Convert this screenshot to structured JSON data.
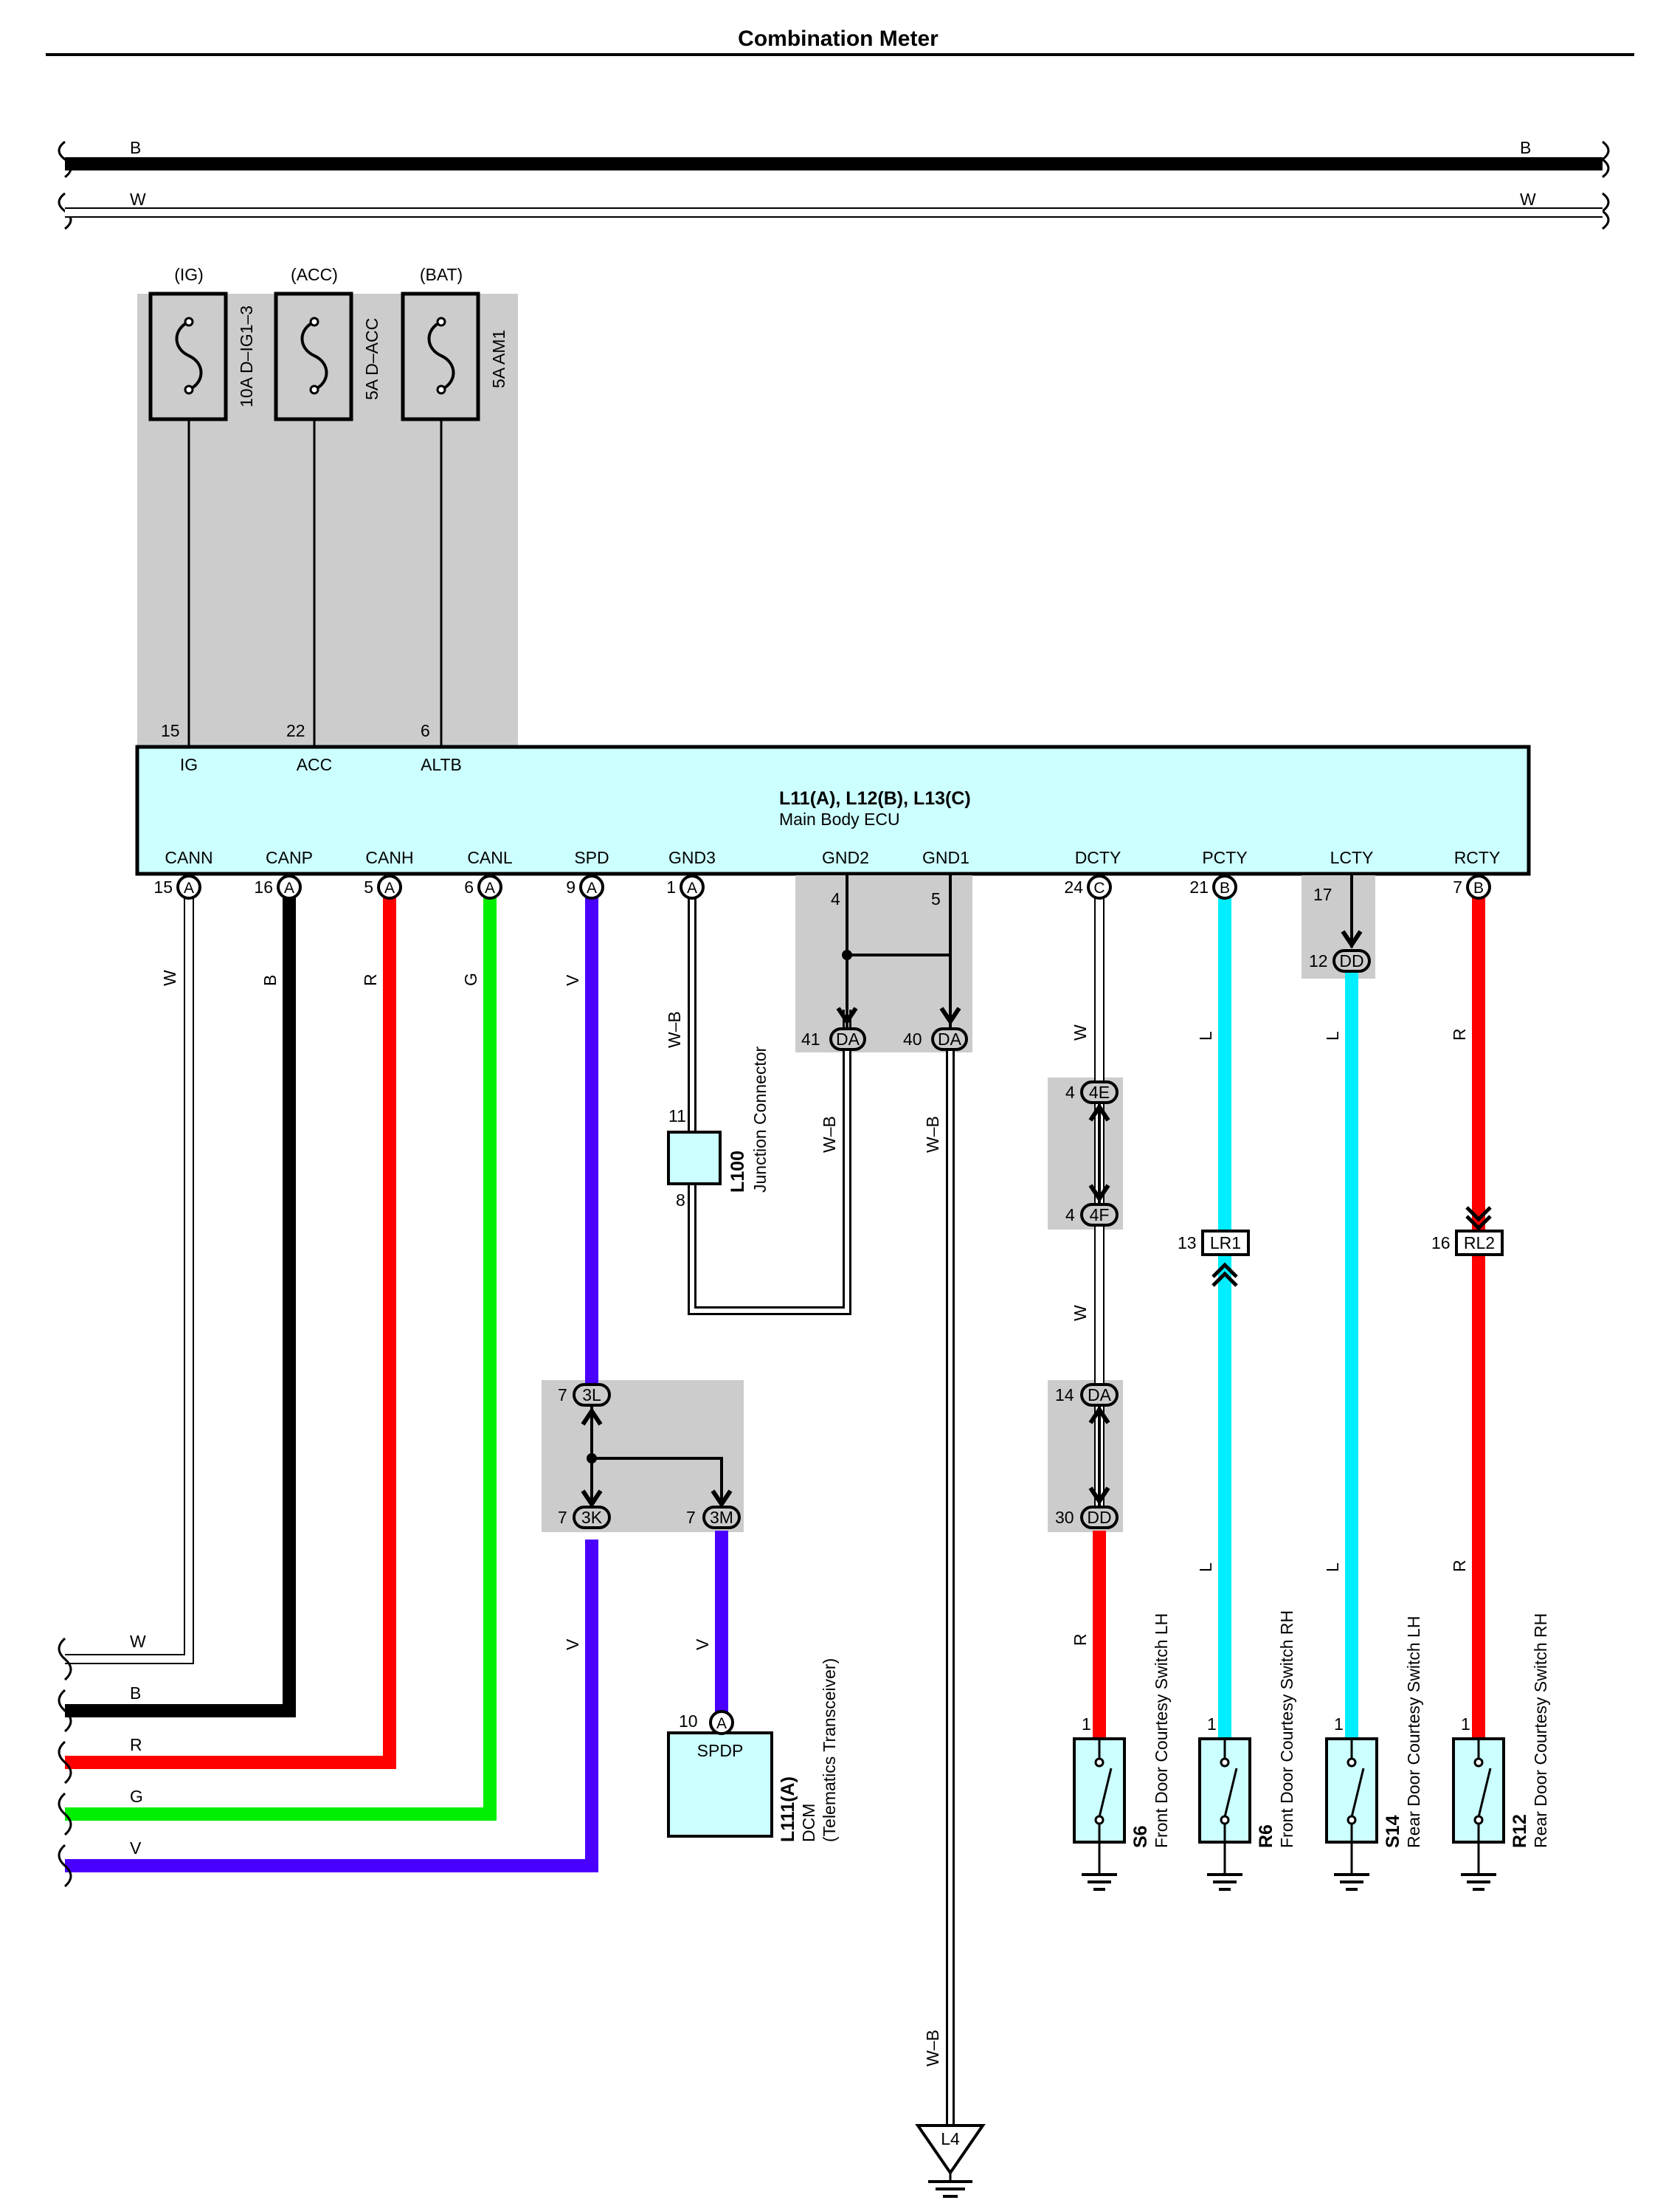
{
  "page": {
    "title": "Combination Meter"
  },
  "bus": {
    "top_left_label": "B",
    "top_right_label": "B",
    "bottom_left_label": "W",
    "bottom_right_label": "W"
  },
  "fuses": [
    {
      "circuit": "(IG)",
      "rating": "10A D–IG1–3",
      "pin": "15",
      "terminal": "IG"
    },
    {
      "circuit": "(ACC)",
      "rating": "5A D–ACC",
      "pin": "22",
      "terminal": "ACC"
    },
    {
      "circuit": "(BAT)",
      "rating": "5A AM1",
      "pin": "6",
      "terminal": "ALTB"
    }
  ],
  "ecu": {
    "connectors": "L11(A), L12(B), L13(C)",
    "name": "Main Body ECU",
    "bottom_pins": [
      {
        "terminal": "CANN",
        "pin": "15",
        "conn": "A",
        "wire": "W"
      },
      {
        "terminal": "CANP",
        "pin": "16",
        "conn": "A",
        "wire": "B"
      },
      {
        "terminal": "CANH",
        "pin": "5",
        "conn": "A",
        "wire": "R"
      },
      {
        "terminal": "CANL",
        "pin": "6",
        "conn": "A",
        "wire": "G"
      },
      {
        "terminal": "SPD",
        "pin": "9",
        "conn": "A",
        "wire": "V"
      },
      {
        "terminal": "GND3",
        "pin": "1",
        "conn": "A",
        "wire": "W–B"
      },
      {
        "terminal": "GND2",
        "pin": "4",
        "conn": "",
        "wire": "W–B"
      },
      {
        "terminal": "GND1",
        "pin": "5",
        "conn": "",
        "wire": "W–B"
      },
      {
        "terminal": "DCTY",
        "pin": "24",
        "conn": "C",
        "wire": "W"
      },
      {
        "terminal": "PCTY",
        "pin": "21",
        "conn": "B",
        "wire": "L"
      },
      {
        "terminal": "LCTY",
        "pin": "17",
        "conn": "",
        "wire": "L"
      },
      {
        "terminal": "RCTY",
        "pin": "7",
        "conn": "B",
        "wire": "R"
      }
    ]
  },
  "junction_connector": {
    "id": "L100",
    "name": "Junction Connector",
    "pin_top": "11",
    "pin_bottom": "8"
  },
  "splices": {
    "da41": {
      "pin": "41",
      "code": "DA"
    },
    "da40": {
      "pin": "40",
      "code": "DA"
    },
    "dd12": {
      "pin": "12",
      "code": "DD"
    },
    "e4": {
      "pin": "4",
      "code": "4E"
    },
    "f4": {
      "pin": "4",
      "code": "4F"
    },
    "da14": {
      "pin": "14",
      "code": "DA"
    },
    "dd30": {
      "pin": "30",
      "code": "DD"
    },
    "l3": {
      "pin": "7",
      "code": "3L"
    },
    "k3": {
      "pin": "7",
      "code": "3K"
    },
    "m3": {
      "pin": "7",
      "code": "3M"
    },
    "lr1": {
      "pin": "13",
      "code": "LR1"
    },
    "rl2": {
      "pin": "16",
      "code": "RL2"
    }
  },
  "dcm": {
    "id": "L111(A)",
    "name": "DCM",
    "subname": "(Telematics Transceiver)",
    "terminal": "SPDP",
    "pin": "10",
    "conn": "A"
  },
  "ground": {
    "code": "L4",
    "wire": "W–B"
  },
  "switches": [
    {
      "id": "S6",
      "name": "Front Door Courtesy Switch LH",
      "pin": "1",
      "wire": "R"
    },
    {
      "id": "R6",
      "name": "Front Door Courtesy Switch RH",
      "pin": "1",
      "wire": "L"
    },
    {
      "id": "S14",
      "name": "Rear Door Courtesy Switch LH",
      "pin": "1",
      "wire": "L"
    },
    {
      "id": "R12",
      "name": "Rear Door Courtesy Switch RH",
      "pin": "1",
      "wire": "R"
    }
  ],
  "left_bus": {
    "labels": [
      "W",
      "B",
      "R",
      "G",
      "V"
    ]
  },
  "wire_labels": {
    "w_db": "W–B",
    "dcty_mid": "W",
    "spd_lower": "V",
    "dcm_wire": "V"
  },
  "colors": {
    "W": "#ffffff",
    "B": "#000000",
    "R": "#ff0000",
    "G": "#00ee00",
    "V": "#4a00ff",
    "L": "#00eeff",
    "ecu_fill": "#ccffff",
    "shade": "#cccccc"
  }
}
